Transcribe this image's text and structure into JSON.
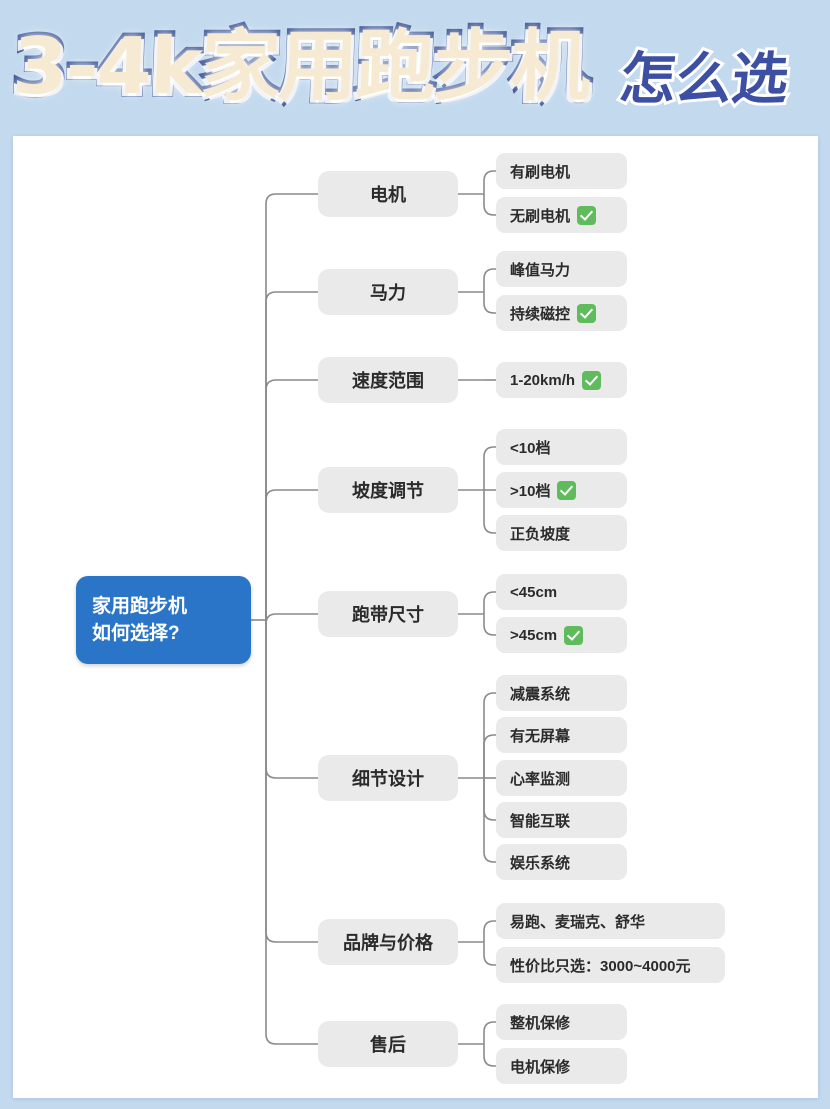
{
  "header": {
    "title_main": "3-4k家用跑步机",
    "title_sub": "怎么选",
    "title_fill_color": "#F6EAD2",
    "title_stroke_color": "#3D5596",
    "subtitle_color": "#3C4FA2",
    "background_color": "#C3D9EE"
  },
  "colors": {
    "card": "#FFFFFF",
    "root_node": "#2A75C8",
    "node": "#EAEAEA",
    "node_text": "#2B2B2B",
    "connector": "#8A8A8A",
    "check_badge": "#5FBB5C"
  },
  "mindmap": {
    "root": {
      "line1": "家用跑步机",
      "line2": "如何选择?"
    },
    "branches": [
      {
        "label": "电机",
        "children": [
          {
            "text": "有刷电机",
            "check": false
          },
          {
            "text": "无刷电机",
            "check": true
          }
        ]
      },
      {
        "label": "马力",
        "children": [
          {
            "text": "峰值马力",
            "check": false
          },
          {
            "text": "持续磁控",
            "check": true
          }
        ]
      },
      {
        "label": "速度范围",
        "children": [
          {
            "text": "1-20km/h",
            "check": true
          }
        ]
      },
      {
        "label": "坡度调节",
        "children": [
          {
            "text": "<10档",
            "check": false
          },
          {
            "text": ">10档",
            "check": true
          },
          {
            "text": "正负坡度",
            "check": false
          }
        ]
      },
      {
        "label": "跑带尺寸",
        "children": [
          {
            "text": "<45cm",
            "check": false
          },
          {
            "text": ">45cm",
            "check": true
          }
        ]
      },
      {
        "label": "细节设计",
        "children": [
          {
            "text": "减震系统",
            "check": false
          },
          {
            "text": "有无屏幕",
            "check": false
          },
          {
            "text": "心率监测",
            "check": false
          },
          {
            "text": "智能互联",
            "check": false
          },
          {
            "text": "娱乐系统",
            "check": false
          }
        ]
      },
      {
        "label": "品牌与价格",
        "children": [
          {
            "text": "易跑、麦瑞克、舒华",
            "check": false
          },
          {
            "text": "性价比只选：3000~4000元",
            "check": false
          }
        ]
      },
      {
        "label": "售后",
        "children": [
          {
            "text": "整机保修",
            "check": false
          },
          {
            "text": "电机保修",
            "check": false
          }
        ]
      }
    ]
  }
}
